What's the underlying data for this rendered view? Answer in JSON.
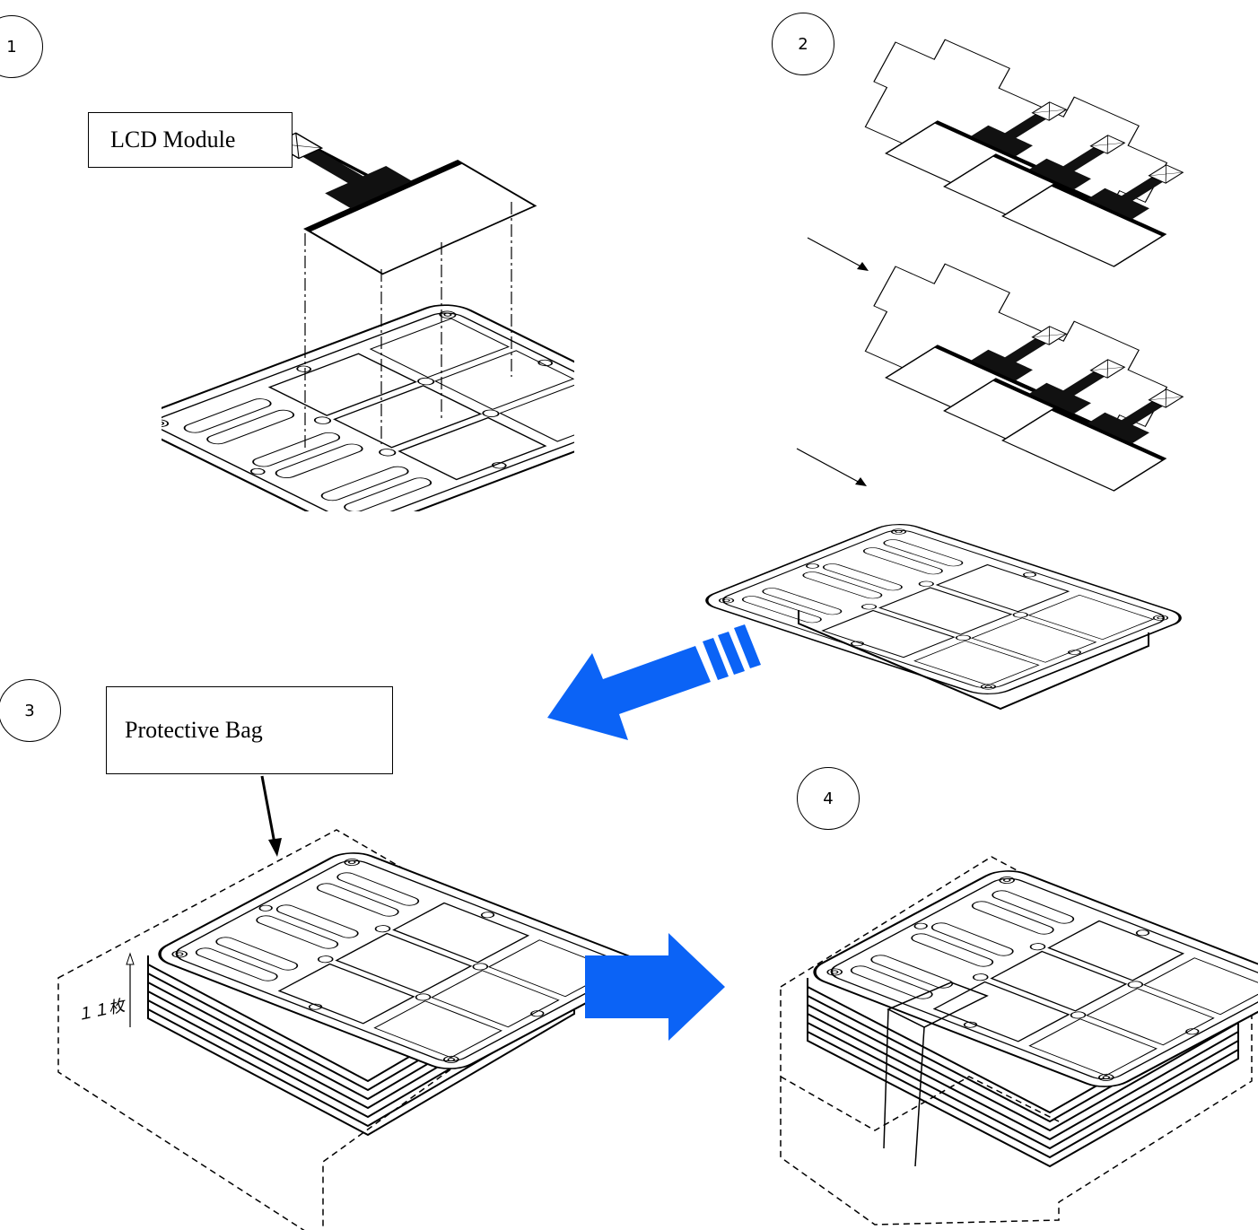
{
  "steps": [
    {
      "number": "1"
    },
    {
      "number": "2"
    },
    {
      "number": "3"
    },
    {
      "number": "4"
    }
  ],
  "callouts": {
    "lcd_module": "LCD Module",
    "protective_bag": "Protective Bag"
  },
  "stack_count_label": "１１枚",
  "colors": {
    "arrow_blue": "#0b63f6",
    "line": "#000000"
  }
}
